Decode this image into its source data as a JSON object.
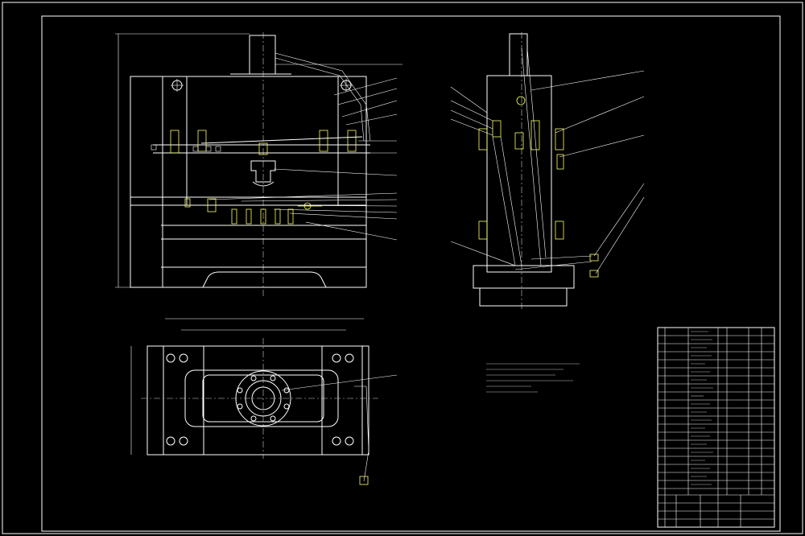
{
  "drawing": {
    "title_block_label": "",
    "notes_heading": "",
    "notes_lines": [
      "",
      "",
      "",
      "",
      "",
      ""
    ]
  },
  "colors": {
    "background": "#000000",
    "linework": "#ffffff",
    "highlight": "#ffff66"
  },
  "views": [
    "front-view",
    "side-view",
    "top-view"
  ]
}
